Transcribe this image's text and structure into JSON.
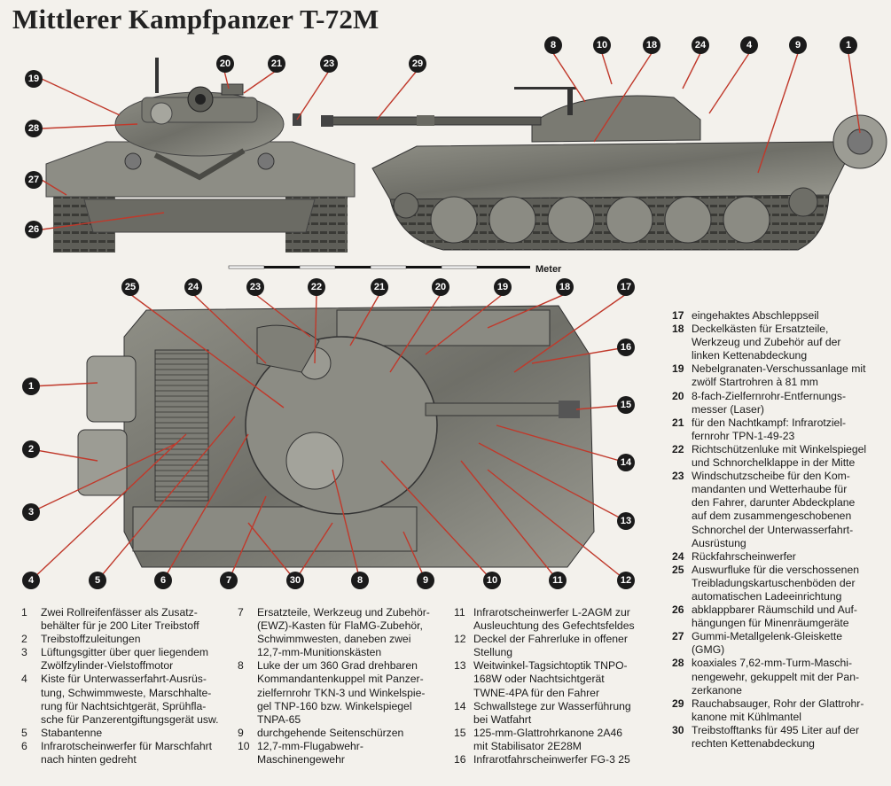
{
  "title": "Mittlerer Kampfpanzer T-72M",
  "scale_label": "Meter",
  "front_view_callouts": [
    "19",
    "20",
    "21",
    "23",
    "28",
    "27",
    "26"
  ],
  "side_view_callouts": [
    "29",
    "8",
    "10",
    "18",
    "24",
    "4",
    "9",
    "1"
  ],
  "top_view_callouts": [
    "25",
    "24",
    "23",
    "22",
    "21",
    "20",
    "19",
    "18",
    "17",
    "16",
    "15",
    "14",
    "13",
    "12",
    "11",
    "10",
    "9",
    "8",
    "30",
    "7",
    "6",
    "5",
    "4",
    "3",
    "2",
    "1"
  ],
  "legend": [
    {
      "num": "1",
      "text": "Zwei Rollreifenfässer als Zusatz-\nbehälter für je 200 Liter Treibstoff"
    },
    {
      "num": "2",
      "text": "Treibstoffzuleitungen"
    },
    {
      "num": "3",
      "text": "Lüftungsgitter über quer liegendem\nZwölfzylinder-Vielstoffmotor"
    },
    {
      "num": "4",
      "text": "Kiste für Unterwasserfahrt-Ausrüs-\ntung, Schwimmweste, Marschhalte-\nrung für Nachtsichtgerät, Sprühfla-\nsche für Panzerentgiftungsgerät usw."
    },
    {
      "num": "5",
      "text": "Stabantenne"
    },
    {
      "num": "6",
      "text": "Infrarotscheinwerfer für Marschfahrt\nnach hinten gedreht"
    },
    {
      "num": "7",
      "text": "Ersatzteile, Werkzeug und Zubehör-\n(EWZ)-Kasten für FlaMG-Zubehör,\nSchwimmwesten, daneben zwei\n12,7-mm-Munitionskästen"
    },
    {
      "num": "8",
      "text": "Luke der um 360 Grad drehbaren\nKommandantenkuppel mit Panzer-\nzielfernrohr TKN-3 und Winkelspie-\ngel TNP-160 bzw. Winkelspiegel\nTNPA-65"
    },
    {
      "num": "9",
      "text": "durchgehende Seitenschürzen"
    },
    {
      "num": "10",
      "text": "12,7-mm-Flugabwehr-\nMaschinengewehr"
    },
    {
      "num": "11",
      "text": "Infrarotscheinwerfer L-2AGM zur\nAusleuchtung des Gefechtsfeldes"
    },
    {
      "num": "12",
      "text": "Deckel der Fahrerluke in offener\nStellung"
    },
    {
      "num": "13",
      "text": "Weitwinkel-Tagsichtoptik TNPO-\n168W oder Nachtsichtgerät\nTWNE-4PA für den Fahrer"
    },
    {
      "num": "14",
      "text": "Schwallstege zur Wasserführung\nbei Watfahrt"
    },
    {
      "num": "15",
      "text": "125-mm-Glattrohrkanone 2A46\nmit Stabilisator 2E28M"
    },
    {
      "num": "16",
      "text": "Infrarotfahrscheinwerfer FG-3 25"
    },
    {
      "num": "17",
      "text": "eingehaktes Abschleppseil"
    },
    {
      "num": "18",
      "text": "Deckelkästen für Ersatzteile,\nWerkzeug und Zubehör auf der\nlinken Kettenabdeckung"
    },
    {
      "num": "19",
      "text": "Nebelgranaten-Verschussanlage mit\nzwölf Startrohren à 81 mm"
    },
    {
      "num": "20",
      "text": "8-fach-Zielfernrohr-Entfernungs-\nmesser (Laser)"
    },
    {
      "num": "21",
      "text": "für den Nachtkampf: Infrarotziel-\nfernrohr TPN-1-49-23"
    },
    {
      "num": "22",
      "text": "Richtschützenluke mit Winkelspiegel\nund Schnorchelklappe in der Mitte"
    },
    {
      "num": "23",
      "text": "Windschutzscheibe für den Kom-\nmandanten und Wetterhaube für\nden Fahrer, darunter Abdeckplane\nauf dem zusammengeschobenen\nSchnorchel der Unterwasserfahrt-\nAusrüstung"
    },
    {
      "num": "24",
      "text": "Rückfahrscheinwerfer"
    },
    {
      "num": "25",
      "text": "Auswurfluke für die verschossenen\nTreibladungskartuschenböden der\nautomatischen Ladeeinrichtung"
    },
    {
      "num": "26",
      "text": "abklappbarer Räumschild und Auf-\nhängungen für Minenräumgeräte"
    },
    {
      "num": "27",
      "text": "Gummi-Metallgelenk-Gleiskette\n(GMG)"
    },
    {
      "num": "28",
      "text": "koaxiales 7,62-mm-Turm-Maschi-\nnengewehr, gekuppelt mit der Pan-\nzerkanone"
    },
    {
      "num": "29",
      "text": "Rauchabsauger, Rohr der Glattrohr-\nkanone mit Kühlmantel"
    },
    {
      "num": "30",
      "text": "Treibstofftanks für 495 Liter auf der\nrechten Kettenabdeckung"
    }
  ]
}
